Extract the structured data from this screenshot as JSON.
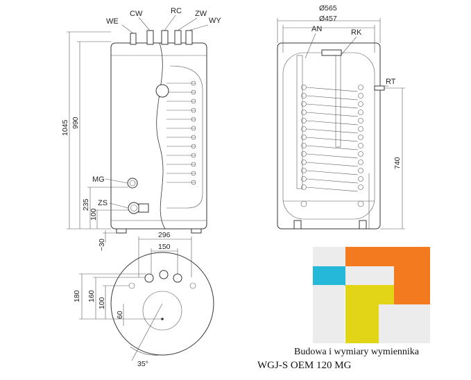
{
  "connections": {
    "we": "WE",
    "cw": "CW",
    "rc": "RC",
    "zw": "ZW",
    "wy": "WY",
    "an": "AN",
    "rk": "RK",
    "rt": "RT",
    "mg": "MG",
    "zs": "ZS"
  },
  "dimensions": {
    "height_total": "1045",
    "height_990": "990",
    "height_235": "235",
    "height_100_side": "100",
    "foot_30": "~30",
    "diameter_outer": "Ø565",
    "diameter_inner": "Ø457",
    "height_740": "740",
    "bottom_296": "296",
    "bottom_150": "150",
    "bottom_180": "180",
    "bottom_160": "160",
    "bottom_100": "100",
    "bottom_60": "60",
    "angle_35": "35°"
  },
  "logo": {
    "colors": {
      "orange": "#f47a20",
      "cyan": "#26b8d8",
      "yellow": "#e2d416",
      "light_gray": "#ececec"
    }
  },
  "caption": {
    "line1": "Budowa i wymiary wymiennika",
    "line2": "WGJ-S OEM 120 MG"
  }
}
